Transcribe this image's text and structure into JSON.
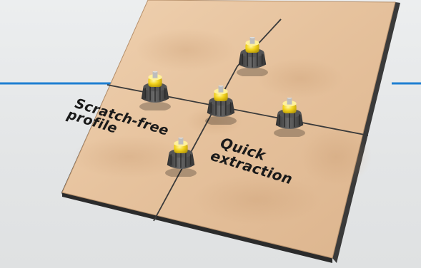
{
  "labels": {
    "scratch_free_line1": "Scratch-free",
    "scratch_free_line2": "profile",
    "quick_extraction_line1": "Quick",
    "quick_extraction_line2": "extraction"
  },
  "colors": {
    "background": "#e6e8e9",
    "accent_line": "#1e7fd1",
    "tile": "#e8c6a2",
    "tile_base": "#2b2b2b",
    "spacer_body": "#4a4a4a",
    "spacer_cap": "#f2d21c"
  },
  "icons": [
    "tile-leveling-spacer-icon"
  ]
}
